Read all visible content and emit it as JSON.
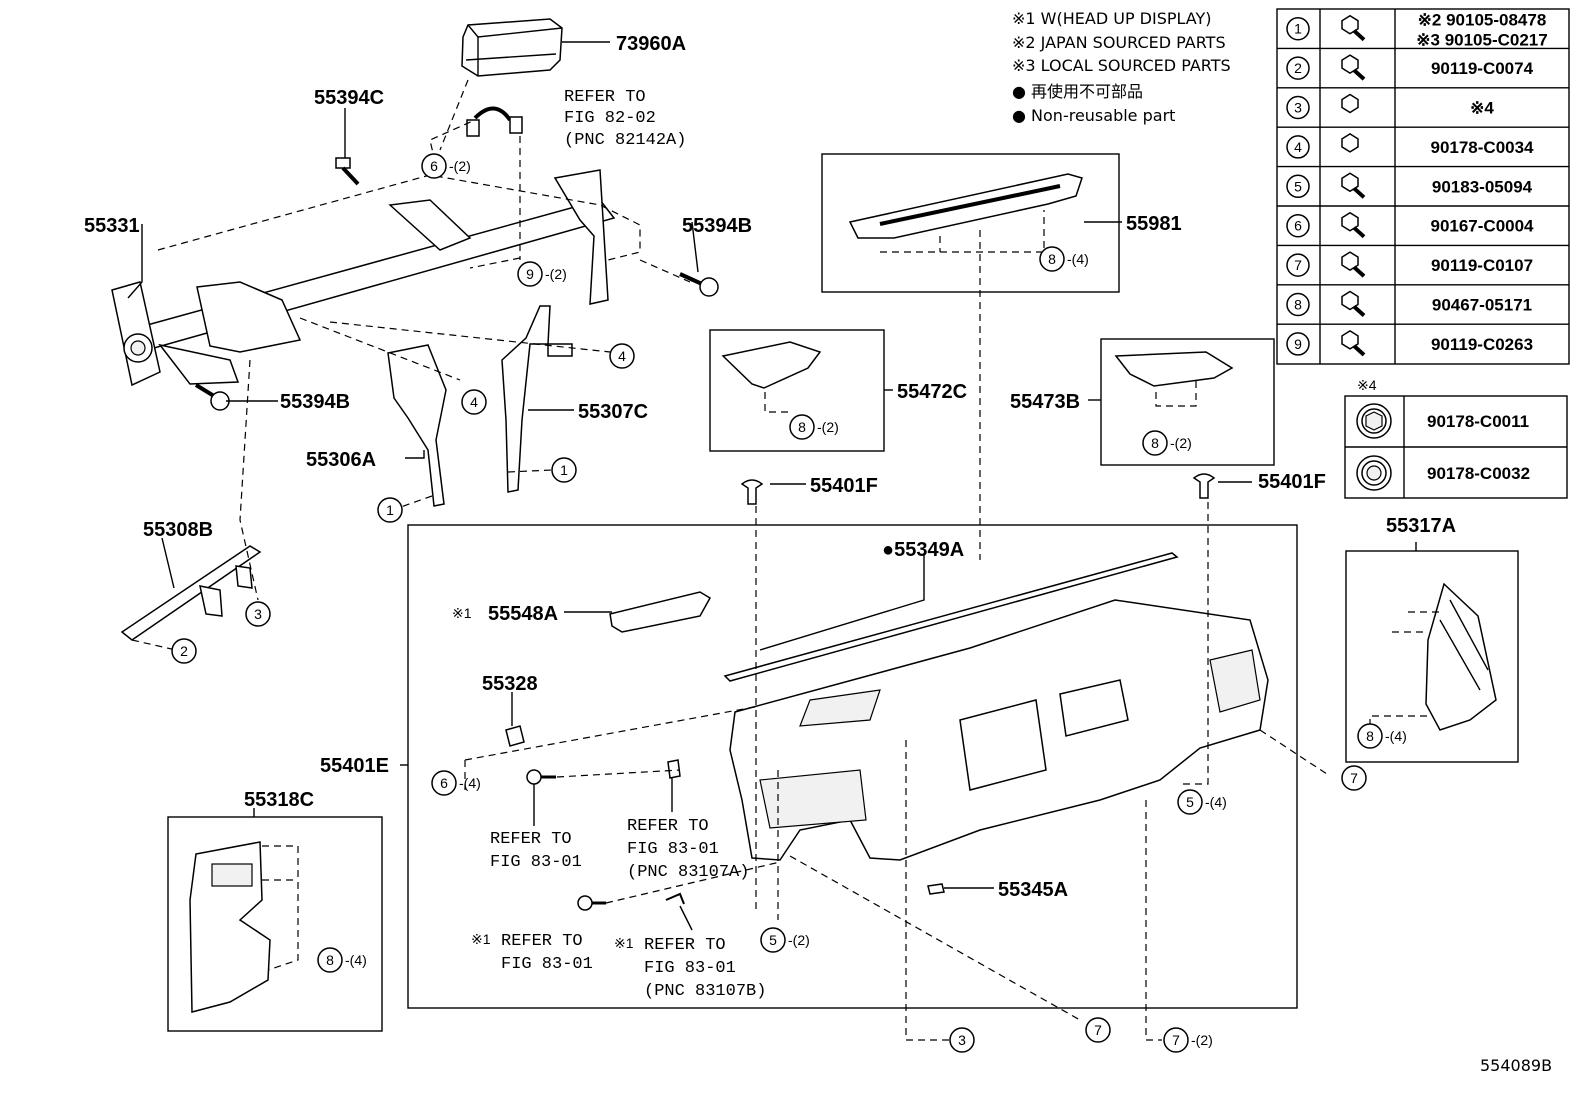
{
  "notes": {
    "n1": "※1 W(HEAD UP DISPLAY)",
    "n2": "※2 JAPAN SOURCED PARTS",
    "n3": "※3 LOCAL SOURCED PARTS",
    "n4": "● 再使用不可部品",
    "n5": "● Non-reusable part"
  },
  "fastener_table": [
    {
      "index": "1",
      "part": "※2 90105-08478",
      "part2": "※3 90105-C0217",
      "icon": "bolt-washer-icon"
    },
    {
      "index": "2",
      "part": "90119-C0074",
      "icon": "bolt-icon"
    },
    {
      "index": "3",
      "part": "※4",
      "icon": "nut-icon"
    },
    {
      "index": "4",
      "part": "90178-C0034",
      "icon": "nut-icon"
    },
    {
      "index": "5",
      "part": "90183-05094",
      "icon": "clip-icon"
    },
    {
      "index": "6",
      "part": "90167-C0004",
      "icon": "screw-icon"
    },
    {
      "index": "7",
      "part": "90119-C0107",
      "icon": "bolt-icon"
    },
    {
      "index": "8",
      "part": "90467-05171",
      "icon": "push-clip-icon"
    },
    {
      "index": "9",
      "part": "90119-C0263",
      "icon": "bolt-icon"
    }
  ],
  "sub_table": {
    "title": "※4",
    "rows": [
      {
        "part": "90178-C0011",
        "icon": "hex-nut-icon"
      },
      {
        "part": "90178-C0032",
        "icon": "round-nut-icon"
      }
    ]
  },
  "parts": {
    "p73960A": "73960A",
    "p55394C": "55394C",
    "p55331": "55331",
    "p55394B_top": "55394B",
    "p55394B_left": "55394B",
    "p55306A": "55306A",
    "p55307C": "55307C",
    "p55308B": "55308B",
    "p55981": "55981",
    "p55472C": "55472C",
    "p55473B": "55473B",
    "p55401F_left": "55401F",
    "p55401F_right": "55401F",
    "p55349A": "●55349A",
    "p55548A": "55548A",
    "p55548A_mark": "※1",
    "p55328": "55328",
    "p55401E": "55401E",
    "p55318C": "55318C",
    "p55317A": "55317A",
    "p55345A": "55345A"
  },
  "refers": {
    "r1": [
      "REFER TO",
      "FIG 82-02",
      "(PNC 82142A)"
    ],
    "r2": [
      "REFER TO",
      "FIG 83-01"
    ],
    "r3": [
      "REFER TO",
      "FIG 83-01",
      "(PNC 83107A)"
    ],
    "r4_mark": "※1",
    "r4": [
      "REFER TO",
      "FIG 83-01"
    ],
    "r5_mark": "※1",
    "r5": [
      "REFER TO",
      "FIG 83-01",
      "(PNC 83107B)"
    ]
  },
  "callouts": [
    {
      "id": "c6a",
      "num": "6",
      "qty": "-(2)"
    },
    {
      "id": "c9a",
      "num": "9",
      "qty": "-(2)"
    },
    {
      "id": "c4a",
      "num": "4",
      "qty": ""
    },
    {
      "id": "c4b",
      "num": "4",
      "qty": ""
    },
    {
      "id": "c1a",
      "num": "1",
      "qty": ""
    },
    {
      "id": "c1b",
      "num": "1",
      "qty": ""
    },
    {
      "id": "c3a",
      "num": "3",
      "qty": ""
    },
    {
      "id": "c2a",
      "num": "2",
      "qty": ""
    },
    {
      "id": "c8a",
      "num": "8",
      "qty": "-(4)"
    },
    {
      "id": "c8b",
      "num": "8",
      "qty": "-(2)"
    },
    {
      "id": "c8c",
      "num": "8",
      "qty": "-(2)"
    },
    {
      "id": "c6b",
      "num": "6",
      "qty": "-(4)"
    },
    {
      "id": "c8d",
      "num": "8",
      "qty": "-(4)"
    },
    {
      "id": "c5a",
      "num": "5",
      "qty": "-(4)"
    },
    {
      "id": "c7a",
      "num": "7",
      "qty": ""
    },
    {
      "id": "c8e",
      "num": "8",
      "qty": "-(4)"
    },
    {
      "id": "c5b",
      "num": "5",
      "qty": "-(2)"
    },
    {
      "id": "c3b",
      "num": "3",
      "qty": ""
    },
    {
      "id": "c7b",
      "num": "7",
      "qty": ""
    },
    {
      "id": "c7c",
      "num": "7",
      "qty": "-(2)"
    }
  ],
  "drawing_id": "554089B"
}
